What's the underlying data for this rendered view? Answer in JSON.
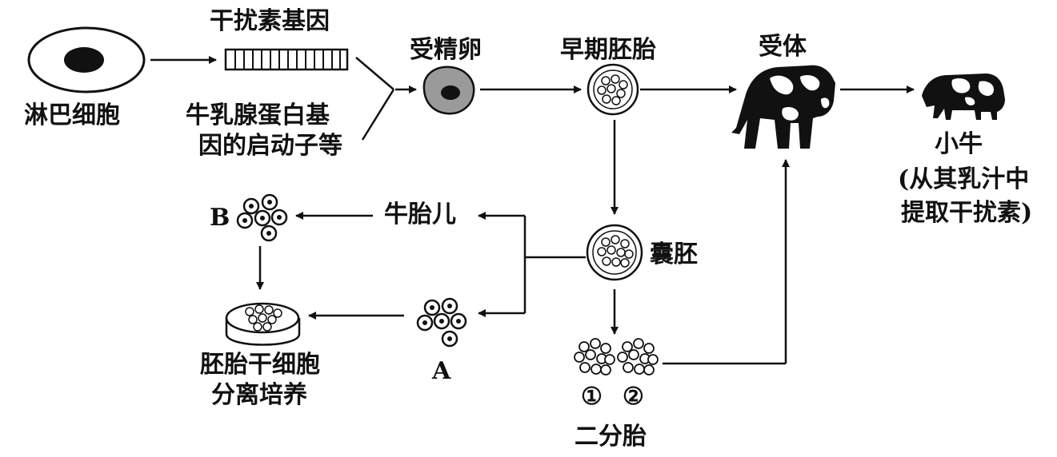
{
  "labels": {
    "lymphocyte": "淋巴细胞",
    "interferon_gene": "干扰素基因",
    "promoter_line1": "牛乳腺蛋白基",
    "promoter_line2": "因的启动子等",
    "fertilized_egg": "受精卵",
    "early_embryo": "早期胚胎",
    "recipient": "受体",
    "calf": "小牛",
    "calf_note_line1": "(从其乳汁中",
    "calf_note_line2": "提取干扰素)",
    "blastocyst": "囊胚",
    "fetus": "牛胎儿",
    "cell_b": "B",
    "cell_a": "A",
    "stem_cell_line1": "胚胎干细胞",
    "stem_cell_line2": "分离培养",
    "twin_1": "①",
    "twin_2": "②",
    "twin_embryo": "二分胎"
  },
  "colors": {
    "ink": "#111111",
    "egg_fill": "#9a9a9a"
  }
}
